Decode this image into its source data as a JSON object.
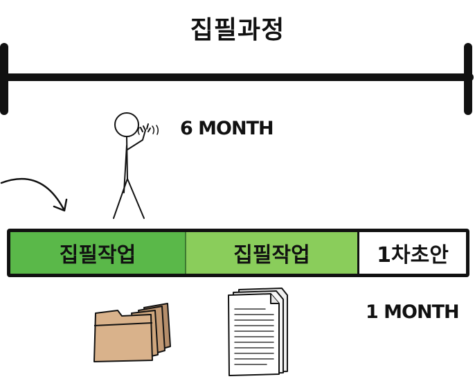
{
  "title": "집필과정",
  "timeline": {
    "duration_top": "6 MONTH",
    "duration_bottom": "1 MONTH"
  },
  "phases": [
    {
      "label": "집필작업",
      "color": "#5ab849"
    },
    {
      "label": "집필작업",
      "color": "#8acd5b"
    },
    {
      "label": "1차초안",
      "color": "#ffffff"
    }
  ],
  "icons": {
    "person": "stick-figure-waving-icon",
    "arrow": "curved-arrow-icon",
    "folder": "folder-stack-icon",
    "document": "document-stack-icon"
  }
}
